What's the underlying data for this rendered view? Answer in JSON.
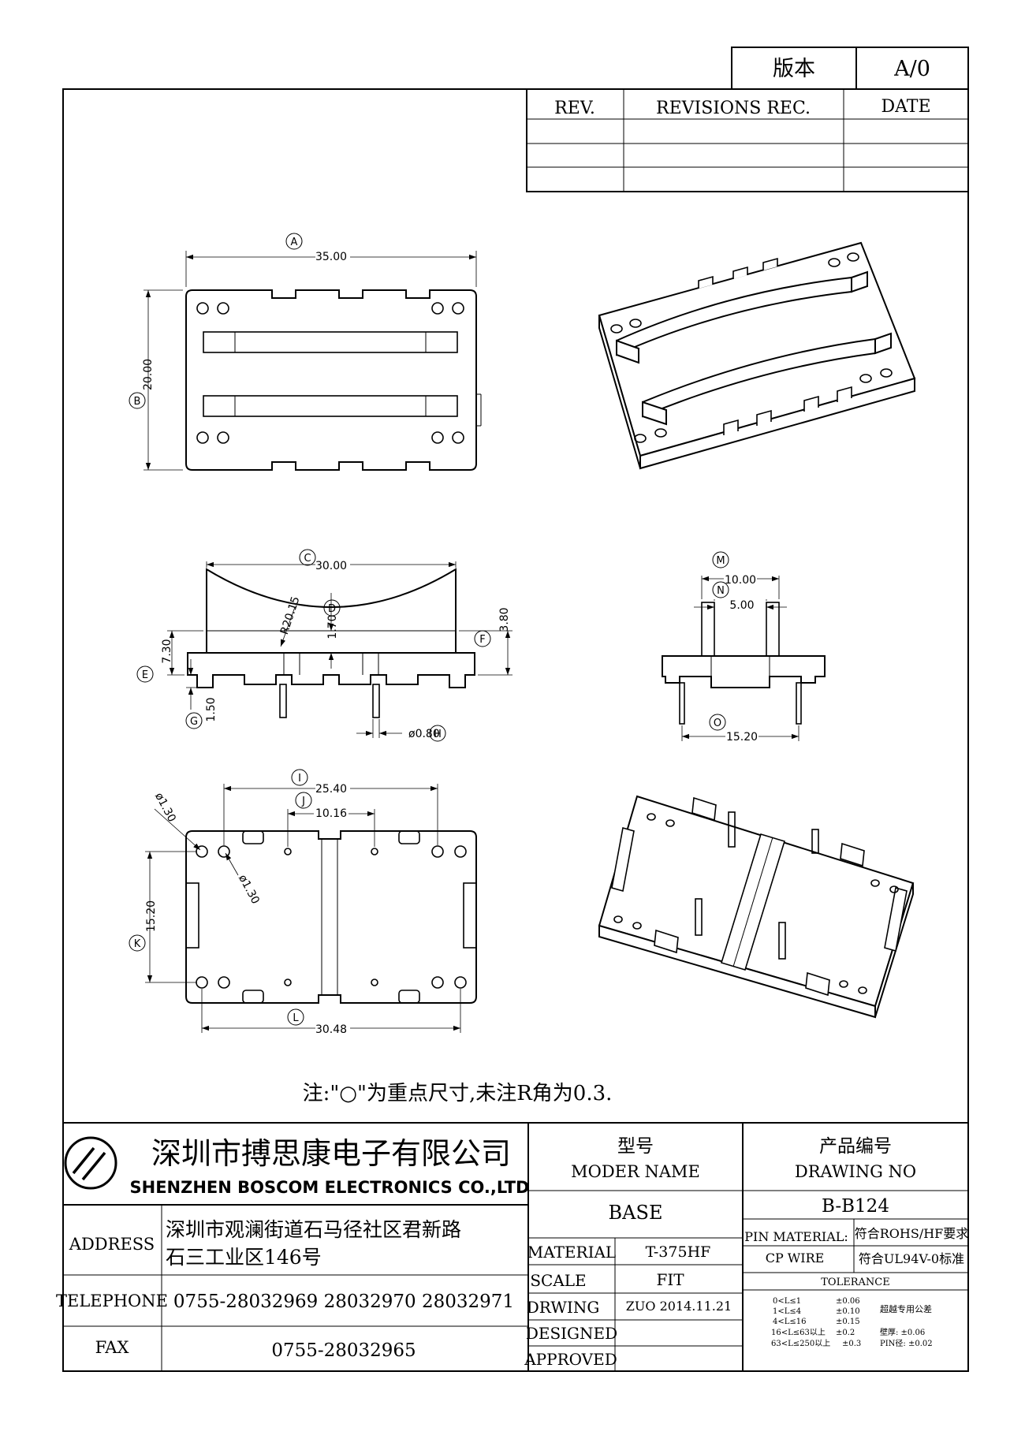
{
  "version_block": {
    "label": "版本",
    "value": "A/0"
  },
  "revisions": {
    "headers": [
      "REV.",
      "REVISIONS REC.",
      "DATE"
    ]
  },
  "dimensions": {
    "A": {
      "letter": "A",
      "value": "35.00"
    },
    "B": {
      "letter": "B",
      "value": "20.00"
    },
    "C": {
      "letter": "C",
      "value": "30.00"
    },
    "D": {
      "letter": "D",
      "value": "1.70"
    },
    "E": {
      "letter": "E",
      "value": "7.30"
    },
    "F": {
      "letter": "F",
      "value": "3.80"
    },
    "G": {
      "letter": "G",
      "value": "1.50"
    },
    "H": {
      "letter": "H",
      "value": "ø0.80"
    },
    "I": {
      "letter": "I",
      "value": "25.40"
    },
    "J": {
      "letter": "J",
      "value": "10.16"
    },
    "K": {
      "letter": "K",
      "value": "15.20"
    },
    "L": {
      "letter": "L",
      "value": "30.48"
    },
    "M": {
      "letter": "M",
      "value": "10.00"
    },
    "N": {
      "letter": "N",
      "value": "5.00"
    },
    "O": {
      "letter": "O",
      "value": "15.20"
    },
    "radius": "R20.15",
    "hole1": "ø1.30",
    "hole2": "ø1.30"
  },
  "note": "注:\"○\"为重点尺寸,未注R角为0.3.",
  "title_block": {
    "company_cn": "深圳市搏思康电子有限公司",
    "company_en": "SHENZHEN BOSCOM ELECTRONICS CO.,LTD",
    "address_label": "ADDRESS",
    "address_line1": "深圳市观澜街道石马径社区君新路",
    "address_line2": "石三工业区146号",
    "telephone_label": "TELEPHONE",
    "telephone": "0755-28032969 28032970 28032971",
    "fax_label": "FAX",
    "fax": "0755-28032965",
    "model_name_cn": "型号",
    "model_name_en": "MODER NAME",
    "model_name": "BASE",
    "drawing_no_cn": "产品编号",
    "drawing_no_en": "DRAWING NO",
    "drawing_no": "B-B124",
    "material_label": "MATERIAL",
    "material": "T-375HF",
    "scale_label": "SCALE",
    "scale": "FIT",
    "drwing_label": "DRWING",
    "drwing": "ZUO 2014.11.21",
    "designed_label": "DESIGNED",
    "approved_label": "APPROVED",
    "pin_material_label": "PIN MATERIAL:",
    "pin_material": "CP WIRE",
    "rohs": "符合ROHS/HF要求",
    "ul": "符合UL94V-0标准",
    "tolerance_label": "TOLERANCE",
    "tolerance_rows": [
      {
        "range": "0<L≤1",
        "value": "±0.06"
      },
      {
        "range": "1<L≤4",
        "value": "±0.10"
      },
      {
        "range": "4<L≤16",
        "value": "±0.15"
      },
      {
        "range": "16<L≤63以上",
        "value": "±0.2"
      },
      {
        "range": "63<L≤250以上",
        "value": "±0.3"
      }
    ],
    "tolerance_extra": "超越专用公差",
    "wall_thickness": "壁厚: ±0.06",
    "pin_diameter": "PIN径: ±0.02"
  }
}
